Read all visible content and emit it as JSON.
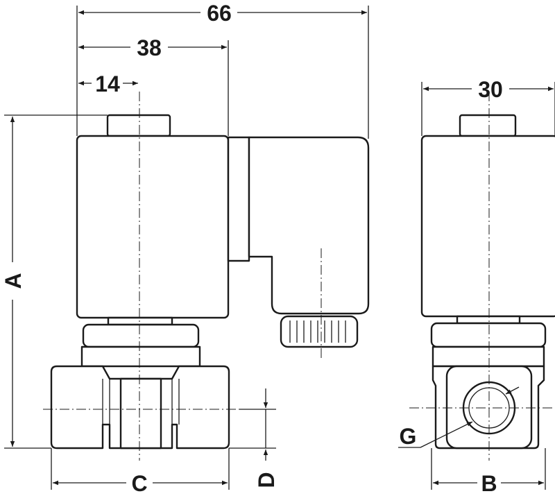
{
  "dimensions": {
    "width_total": "66",
    "width_coil": "38",
    "width_nut": "14",
    "side_width": "30",
    "height_a": "A",
    "port_c": "C",
    "port_d": "D",
    "side_b": "B",
    "thread_g": "G"
  },
  "colors": {
    "line": "#1a1a1a",
    "background": "#ffffff"
  }
}
